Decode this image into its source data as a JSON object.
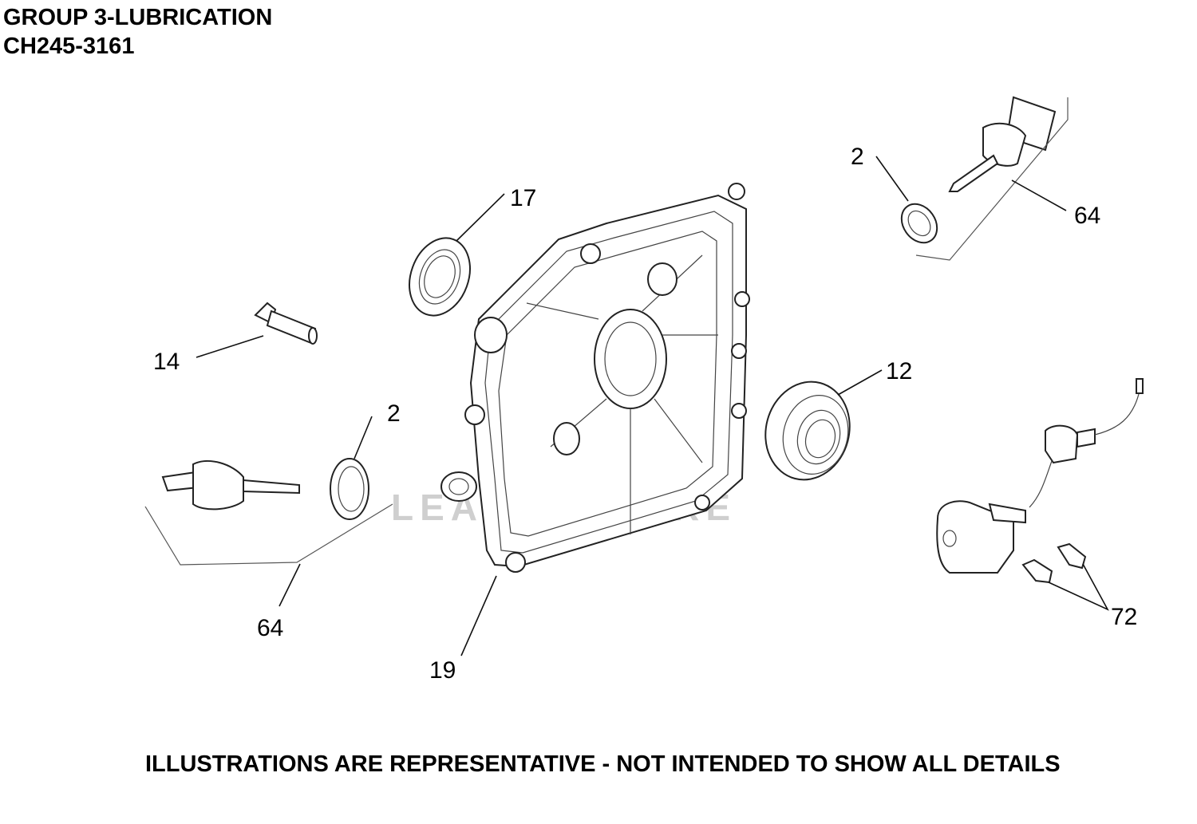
{
  "header": {
    "group_title": "GROUP 3-LUBRICATION",
    "model_number": "CH245-3161"
  },
  "footer": {
    "disclaimer": "ILLUSTRATIONS ARE REPRESENTATIVE - NOT INTENDED TO SHOW ALL DETAILS"
  },
  "watermark": "LEADVENTURE",
  "callouts": [
    {
      "id": "2-top",
      "label": "2"
    },
    {
      "id": "64-top",
      "label": "64"
    },
    {
      "id": "17",
      "label": "17"
    },
    {
      "id": "14",
      "label": "14"
    },
    {
      "id": "12",
      "label": "12"
    },
    {
      "id": "2-left",
      "label": "2"
    },
    {
      "id": "64-left",
      "label": "64"
    },
    {
      "id": "19",
      "label": "19"
    },
    {
      "id": "72",
      "label": "72"
    }
  ]
}
